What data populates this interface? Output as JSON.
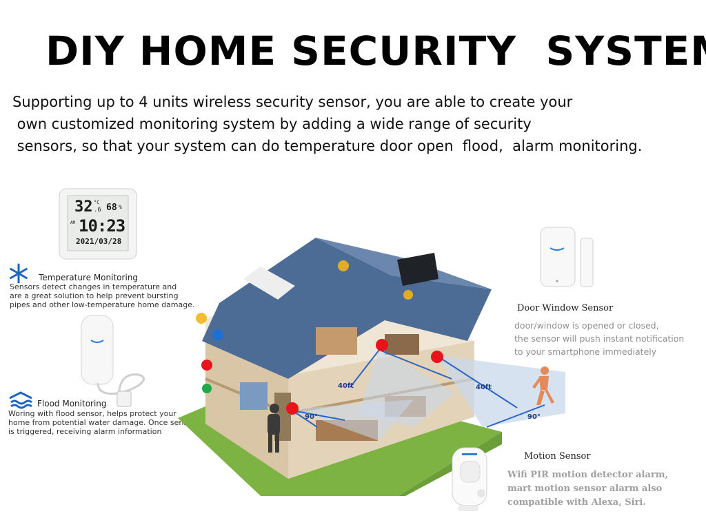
{
  "header": {
    "title": "DIY HOME SECURITY  SYSTEM",
    "intro_lines": [
      "Supporting up to 4 units wireless security sensor, you are able to create your",
      " own customized monitoring system by adding a wide range of security",
      " sensors, so that your system can do temperature door open  flood,  alarm monitoring."
    ]
  },
  "thermometer": {
    "temp": "32",
    "temp_decimal": ".6",
    "unit": "°C",
    "humidity": "68",
    "humidity_unit": "%",
    "am": "AM",
    "time": "10:23",
    "date": "2021/03/28"
  },
  "temperature": {
    "title": "Temperature Monitoring",
    "lines": [
      "Sensors detect changes in temperature and",
      "are a great solution to help prevent bursting",
      "pipes and other low-temperature home damage."
    ]
  },
  "flood": {
    "title": "Flood Monitoring",
    "lines": [
      "Woring with flood sensor, helps protect your",
      "home from potential water damage. Once sensor",
      "is triggered, receiving alarm information"
    ]
  },
  "door": {
    "title": "Door Window Sensor",
    "lines": [
      "door/window is opened or closed,",
      "the sensor will push instant notification",
      " to your smartphone immediately"
    ]
  },
  "motion": {
    "title": "Motion Sensor",
    "lines": [
      "Wifi PIR motion detector alarm,",
      "mart motion sensor alarm also",
      "compatible with Alexa, Siri."
    ]
  },
  "diagram_labels": {
    "d1": "40ft",
    "d2": "40ft",
    "a1": "90°",
    "a2": "90°"
  },
  "colors": {
    "sensor_red": "#e8141c",
    "sensor_yellow": "#f2b51c",
    "sensor_blue": "#1d6fd6",
    "sensor_green": "#20a84a",
    "icon_blue": "#1a66c2",
    "beam": "#c9d8ec"
  }
}
